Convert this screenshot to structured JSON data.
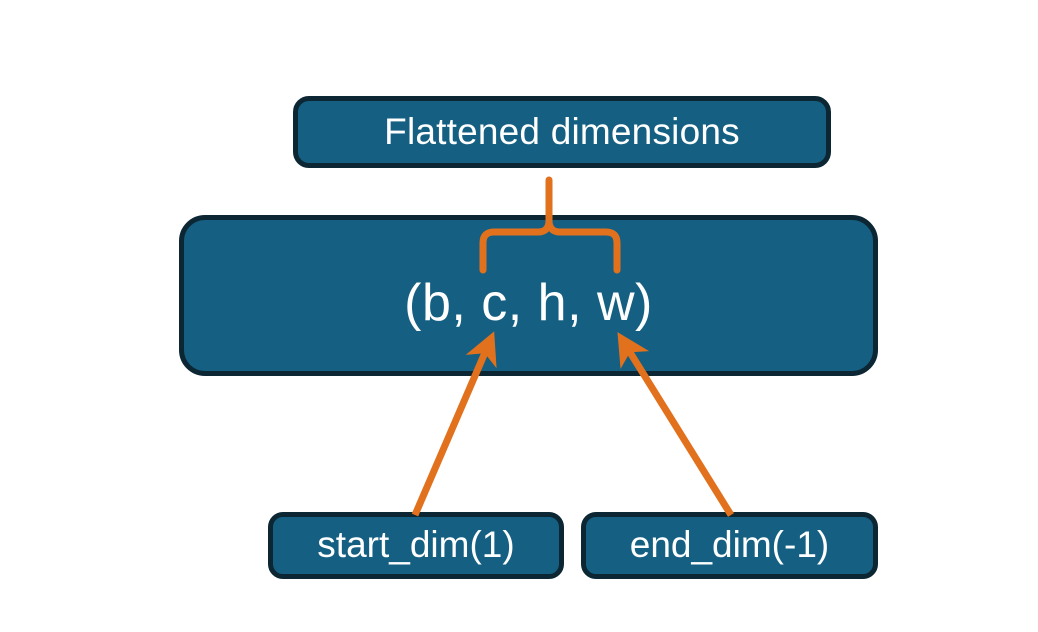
{
  "diagram": {
    "title_node": {
      "label": "Flattened dimensions",
      "name": "flattened-dimensions-node"
    },
    "tuple_node": {
      "label": "(b, c, h, w)",
      "dims": [
        "b",
        "c",
        "h",
        "w"
      ],
      "name": "tensor-shape-node"
    },
    "param_nodes": [
      {
        "label": "start_dim(1)",
        "name": "start-dim-node",
        "value": 1
      },
      {
        "label": "end_dim(-1)",
        "name": "end-dim-node",
        "value": -1
      }
    ],
    "connectors": {
      "brace": {
        "name": "flattened-range-brace",
        "spans_dims": [
          "c",
          "h",
          "w"
        ],
        "points_to": "Flattened dimensions"
      },
      "arrows": [
        {
          "name": "start-dim-arrow",
          "from": "start_dim(1)",
          "to": "c"
        },
        {
          "name": "end-dim-arrow",
          "from": "end_dim(-1)",
          "to": "w"
        }
      ]
    },
    "colors": {
      "node_fill": "#156082",
      "node_border": "#0c2733",
      "node_text": "#ffffff",
      "connector": "#E2711D",
      "background": "#ffffff"
    }
  }
}
